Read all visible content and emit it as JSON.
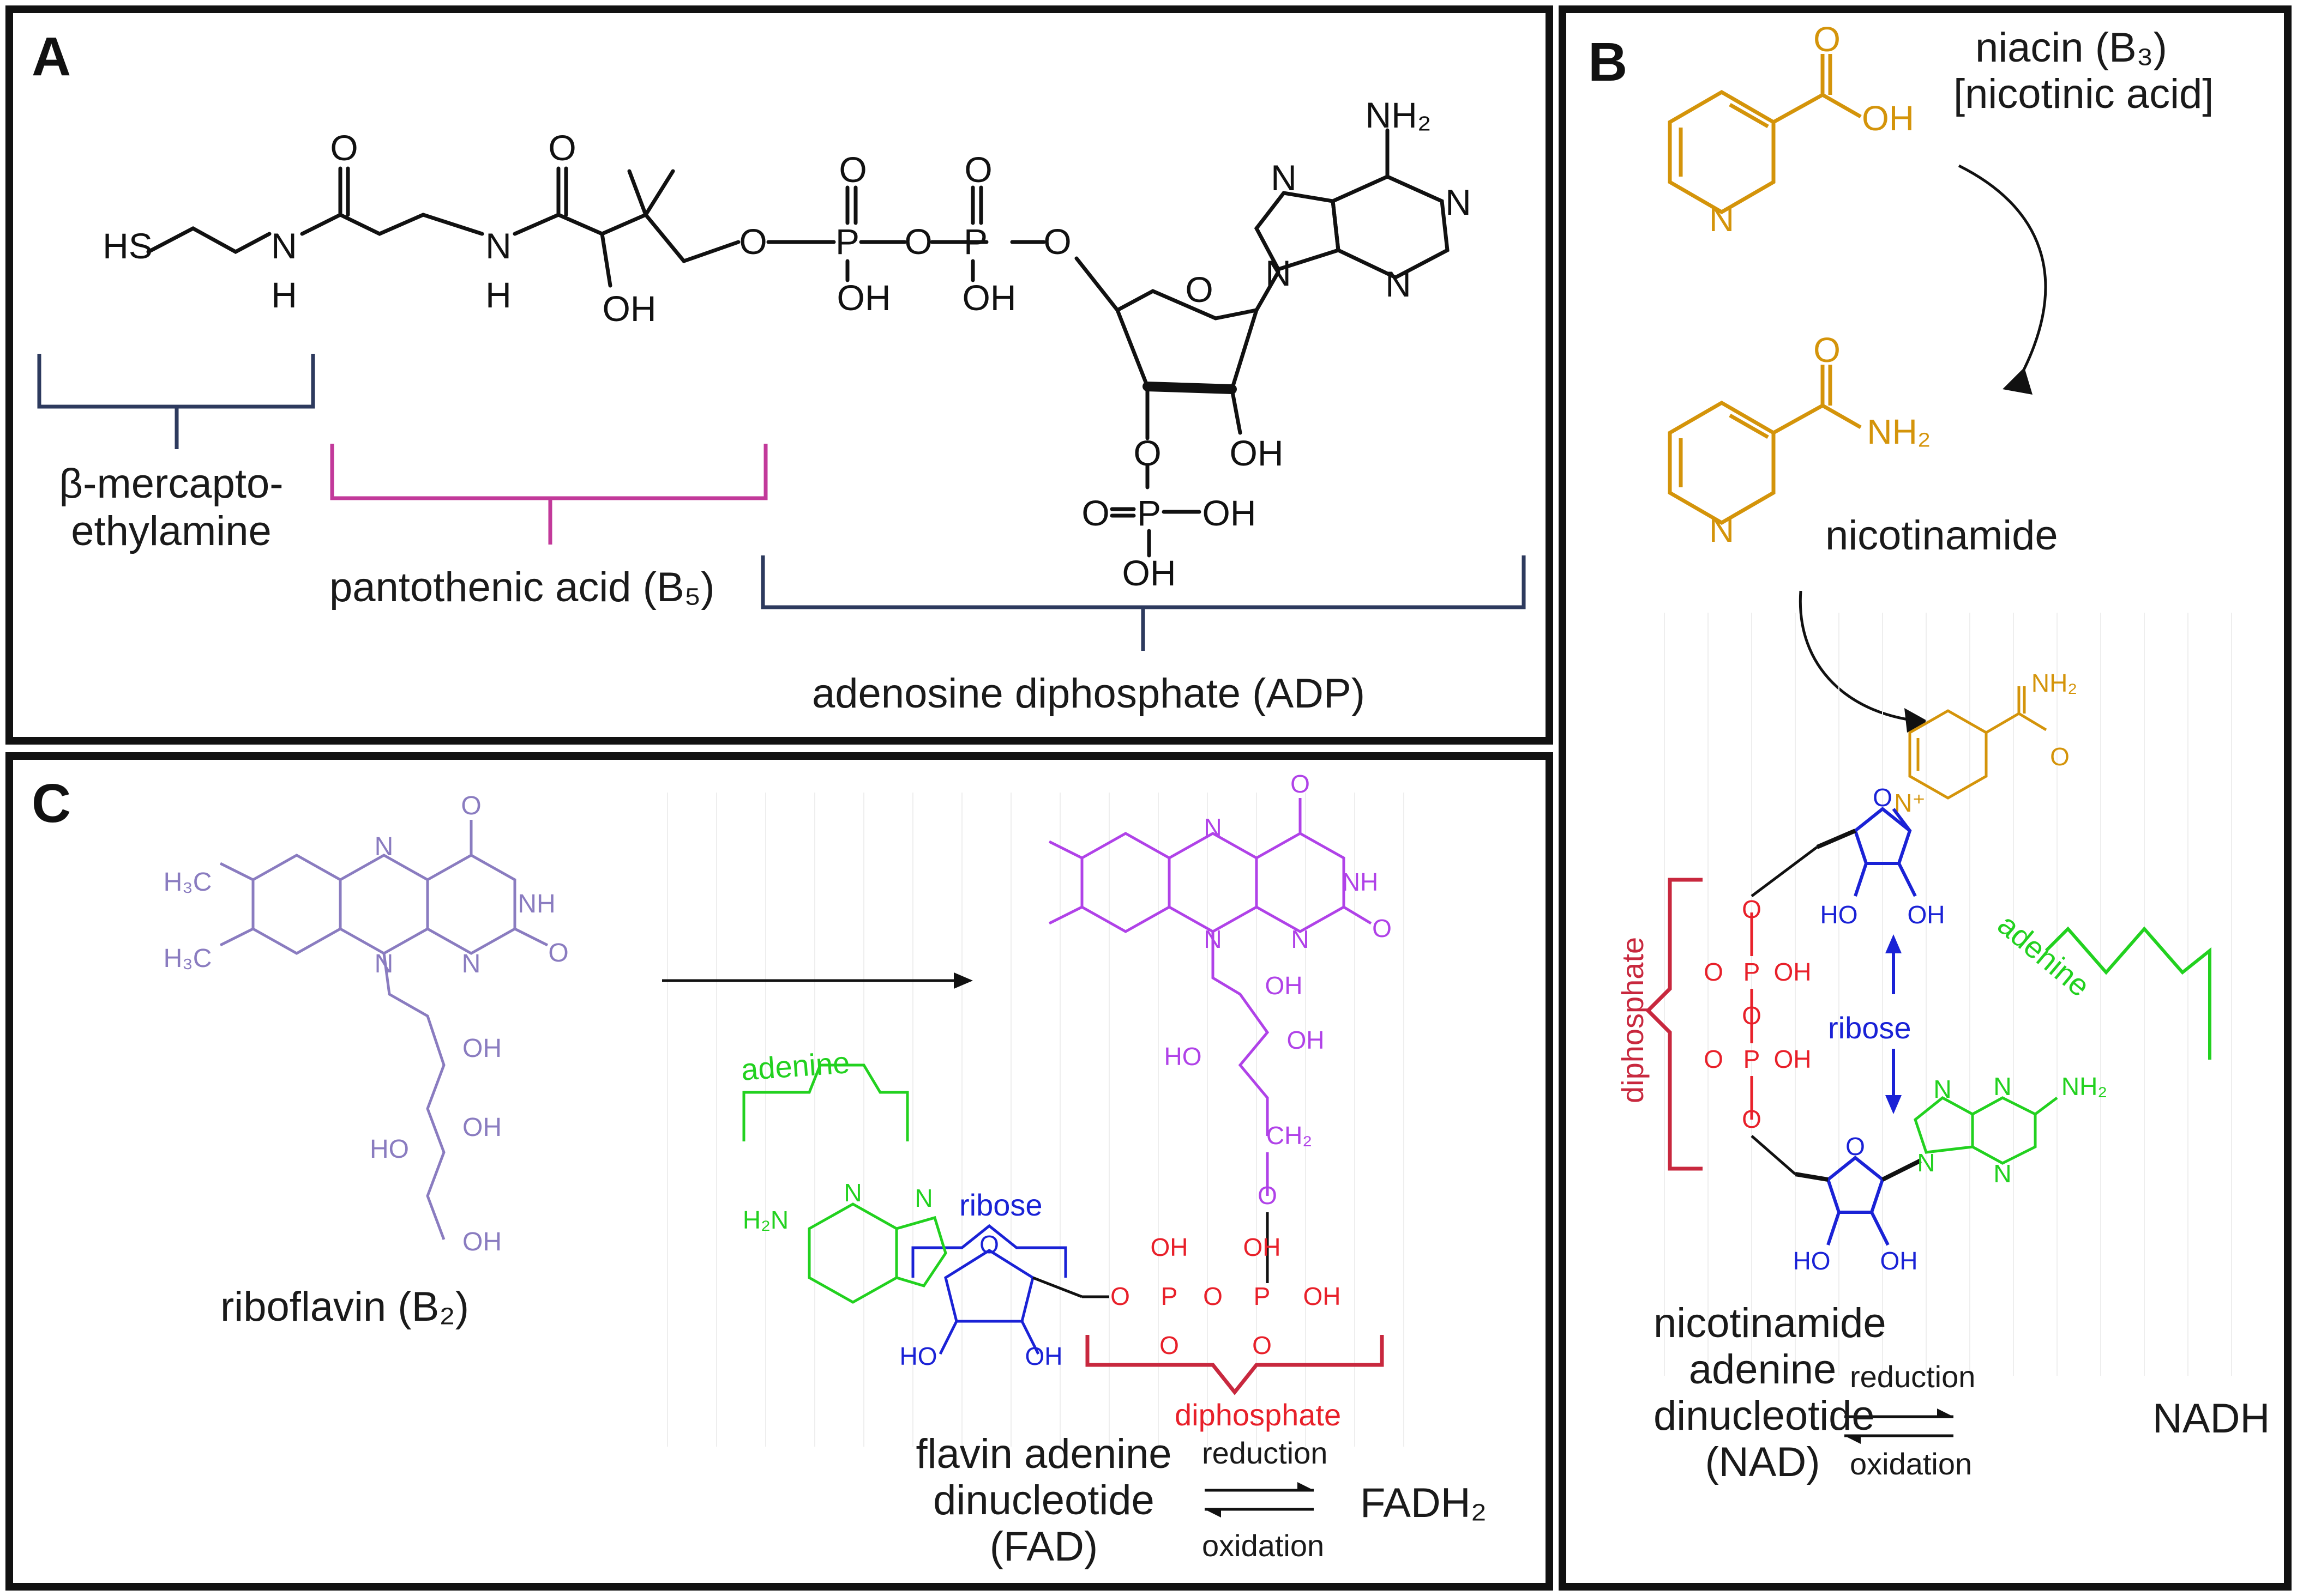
{
  "panel_a": {
    "letter": "A",
    "labels": {
      "mercapto": "β-mercapto-ethylamine",
      "pantothenic": "pantothenic acid (B₅)",
      "adp": "adenosine diphosphate (ADP)"
    },
    "atoms": {
      "hs": "HS",
      "n": "N",
      "h": "H",
      "o": "O",
      "oh": "OH",
      "p": "P",
      "nh2": "NH₂"
    },
    "colors": {
      "mercapto_bracket": "#2d3a5e",
      "pantothenic_bracket": "#c2399a",
      "adp_bracket": "#2d3a5e"
    }
  },
  "panel_b": {
    "letter": "B",
    "labels": {
      "niacin_line1": "niacin (B₃)",
      "niacin_line2": "[nicotinic acid]",
      "nicotinamide": "nicotinamide",
      "nad_line1": "nicotinamide",
      "nad_line2": "adenine",
      "nad_line3": "dinucleotide",
      "nad_line4": "(NAD)",
      "reduction": "reduction",
      "oxidation": "oxidation",
      "nadh": "NADH",
      "diphosphate": "diphosphate",
      "ribose": "ribose",
      "adenine": "adenine"
    },
    "atoms": {
      "n": "N",
      "n_plus": "N⁺",
      "o": "O",
      "oh": "OH",
      "nh2": "NH₂",
      "ho": "HO",
      "p": "P"
    },
    "colors": {
      "vitamin": "#d4940a",
      "ribose": "#1a22d6",
      "phosphate": "#e8202a",
      "adenine": "#22d11f",
      "bracket": "#c8283e"
    }
  },
  "panel_c": {
    "letter": "C",
    "labels": {
      "riboflavin": "riboflavin (B₂)",
      "fad_line1": "flavin adenine",
      "fad_line2": "dinucleotide",
      "fad_line3": "(FAD)",
      "reduction": "reduction",
      "oxidation": "oxidation",
      "fadh2": "FADH₂",
      "adenine": "adenine",
      "ribose": "ribose",
      "diphosphate": "diphosphate"
    },
    "atoms": {
      "h3c": "H₃C",
      "n": "N",
      "nh": "NH",
      "o": "O",
      "oh": "OH",
      "ho": "HO",
      "ch2": "CH₂",
      "h2n": "H₂N",
      "p": "P"
    },
    "colors": {
      "riboflavin": "#8a7cc0",
      "flavin": "#b042e8",
      "adenine": "#22d11f",
      "ribose": "#1a22d6",
      "phosphate": "#e8202a",
      "diphosphate_bracket": "#c8283e"
    }
  }
}
